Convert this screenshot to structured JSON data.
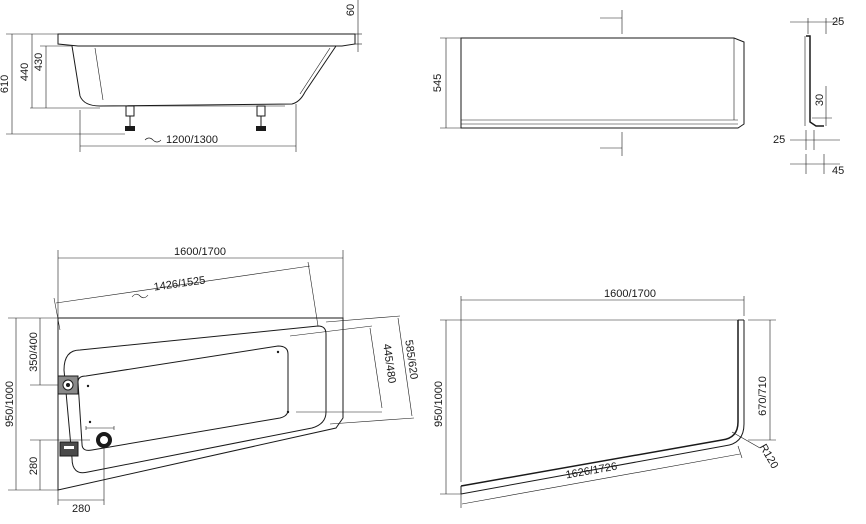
{
  "side_view": {
    "d_610": "610",
    "d_440": "440",
    "d_430": "430",
    "d_60": "60",
    "d_length": "1200/1300"
  },
  "front_panel": {
    "d_545": "545"
  },
  "profile": {
    "d_25_top": "25",
    "d_30": "30",
    "d_25_bottom": "25",
    "d_45": "45"
  },
  "top_view": {
    "d_width": "1600/1700",
    "d_inner": "1426/1525",
    "d_depth": "950/1000",
    "d_350": "350/400",
    "d_280_v": "280",
    "d_280_h": "280",
    "d_445": "445/480",
    "d_585": "585/620"
  },
  "panel_plan": {
    "d_width": "1600/1700",
    "d_depth": "950/1000",
    "d_670": "670/710",
    "d_1626": "1626/1726",
    "d_r120": "R120"
  }
}
